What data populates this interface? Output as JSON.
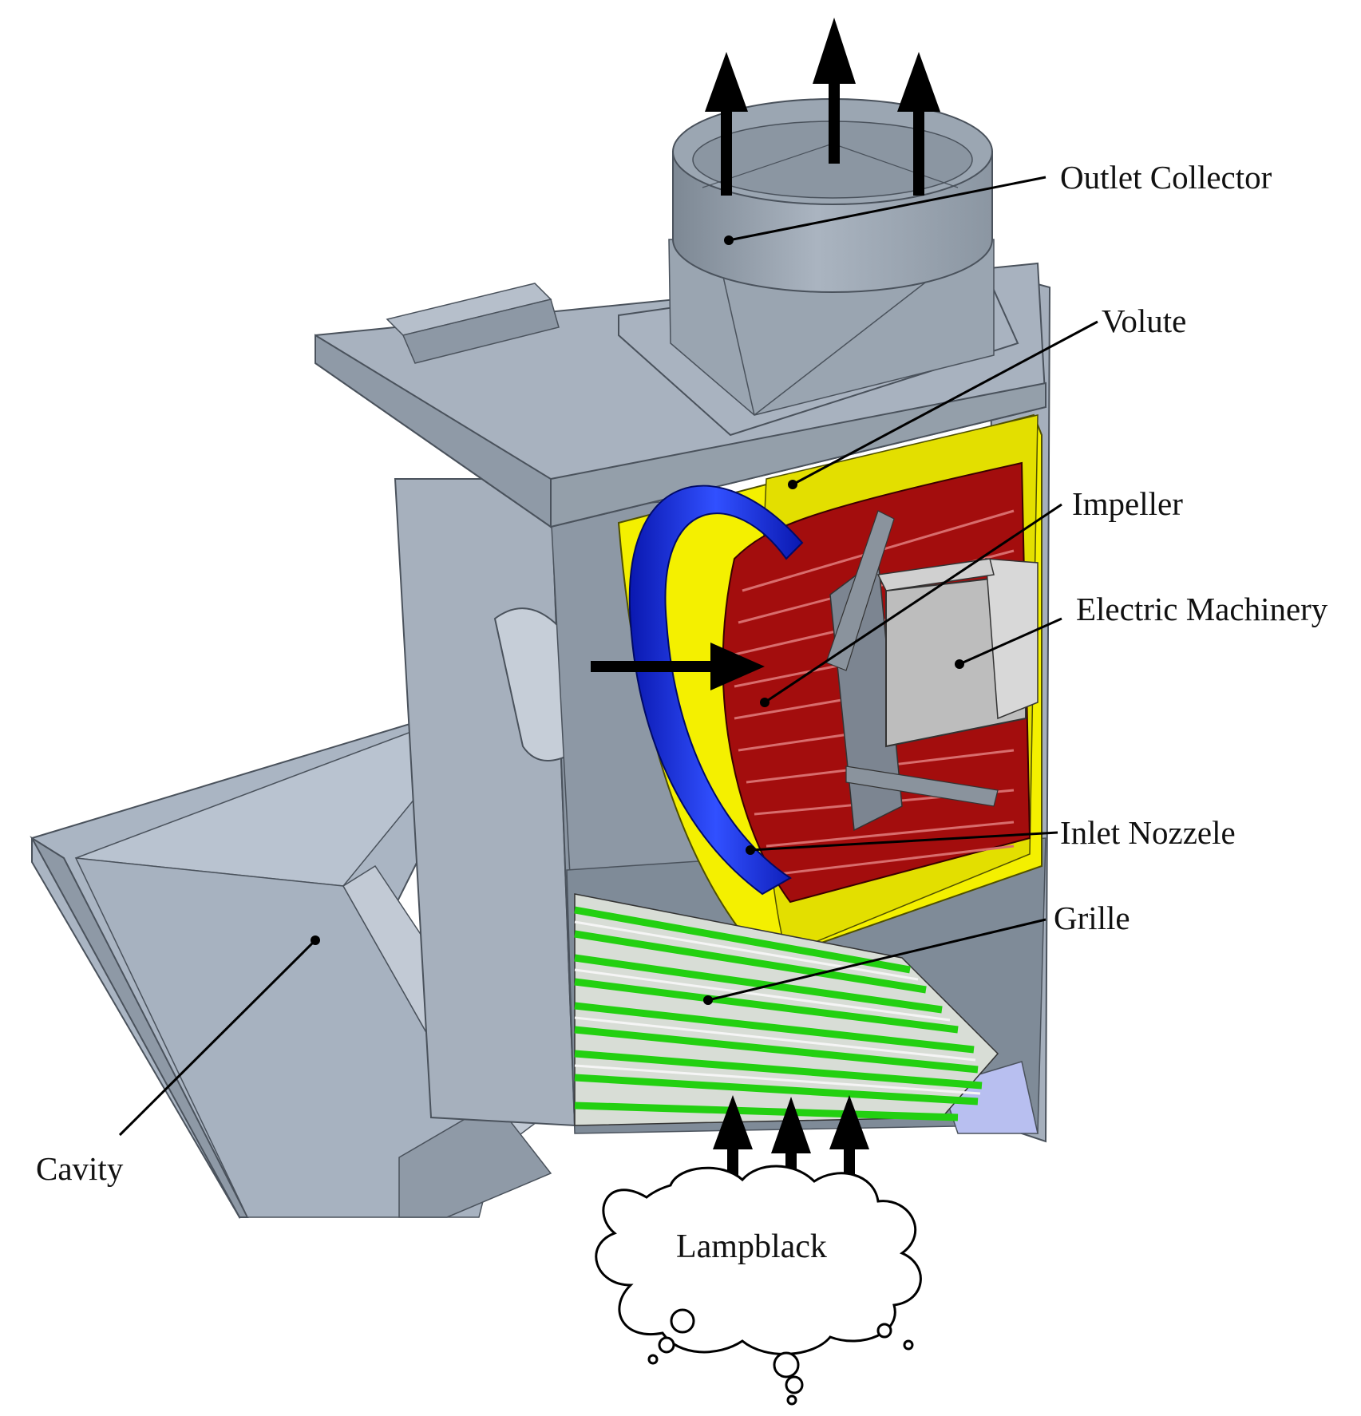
{
  "labels": {
    "outlet_collector": "Outlet Collector",
    "volute": "Volute",
    "impeller": "Impeller",
    "electric_machinery": "Electric Machinery",
    "inlet_nozzle": "Inlet Nozzele",
    "grille": "Grille",
    "cavity": "Cavity",
    "lampblack": "Lampblack"
  },
  "colors": {
    "housing": "#a3adb9",
    "housing_dark": "#7f8a97",
    "housing_light": "#c4ccd6",
    "volute": "#f2ee00",
    "inlet_nozzle": "#1a2fe0",
    "impeller": "#a30d0d",
    "grille": "#22d611",
    "motor": "#bdbdbd",
    "arrow": "#000000"
  }
}
